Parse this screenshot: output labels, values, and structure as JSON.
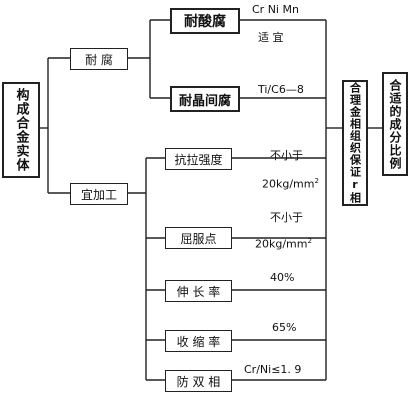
{
  "root": {
    "label": "构成合金实体"
  },
  "branches": [
    {
      "id": "corrosion",
      "label": "耐 腐"
    },
    {
      "id": "processing",
      "label": "宜加工"
    }
  ],
  "corrosion_items": [
    {
      "label": "耐酸腐",
      "requirement": "Cr Ni Mn",
      "requirement_sub": "适 宜"
    },
    {
      "label": "耐晶间腐",
      "requirement": "Ti/C6—8"
    }
  ],
  "processing_items": [
    {
      "label": "抗拉强度",
      "requirement": "不小于",
      "requirement_value": "20kg/mm",
      "requirement_exp": "2"
    },
    {
      "label": "屈服点",
      "requirement": "不小于",
      "requirement_value": "20kg/mm",
      "requirement_exp": "2"
    },
    {
      "label": "伸 长 率",
      "requirement": "40%"
    },
    {
      "label": "收 缩 率",
      "requirement": "65%"
    },
    {
      "label": "防 双 相",
      "requirement": "Cr/Ni≤1. 9"
    }
  ],
  "result_boxes": [
    {
      "label": "合理金相组织保证r相"
    },
    {
      "label": "合适的成分比例"
    }
  ]
}
